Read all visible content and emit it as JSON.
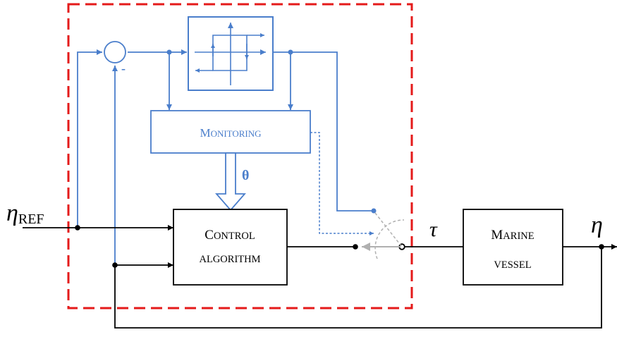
{
  "signals": {
    "reference_symbol": "η",
    "reference_subscript": "REF",
    "output_symbol": "η",
    "control_symbol": "τ",
    "parameter_symbol": "θ",
    "minus_sign": "-"
  },
  "blocks": {
    "monitoring": {
      "cap": "M",
      "rest": "ONITORING"
    },
    "control": {
      "line1_cap": "C",
      "line1_rest": "ONTROL",
      "line2": "ALGORITHM"
    },
    "vessel": {
      "line1_cap": "M",
      "line1_rest": "ARINE",
      "line2": "VESSEL"
    }
  },
  "colors": {
    "blue": "#4a7ecb",
    "black": "#000000",
    "red_dashed_border": "#e41a1a",
    "gray_switch": "#b0b0b0"
  }
}
